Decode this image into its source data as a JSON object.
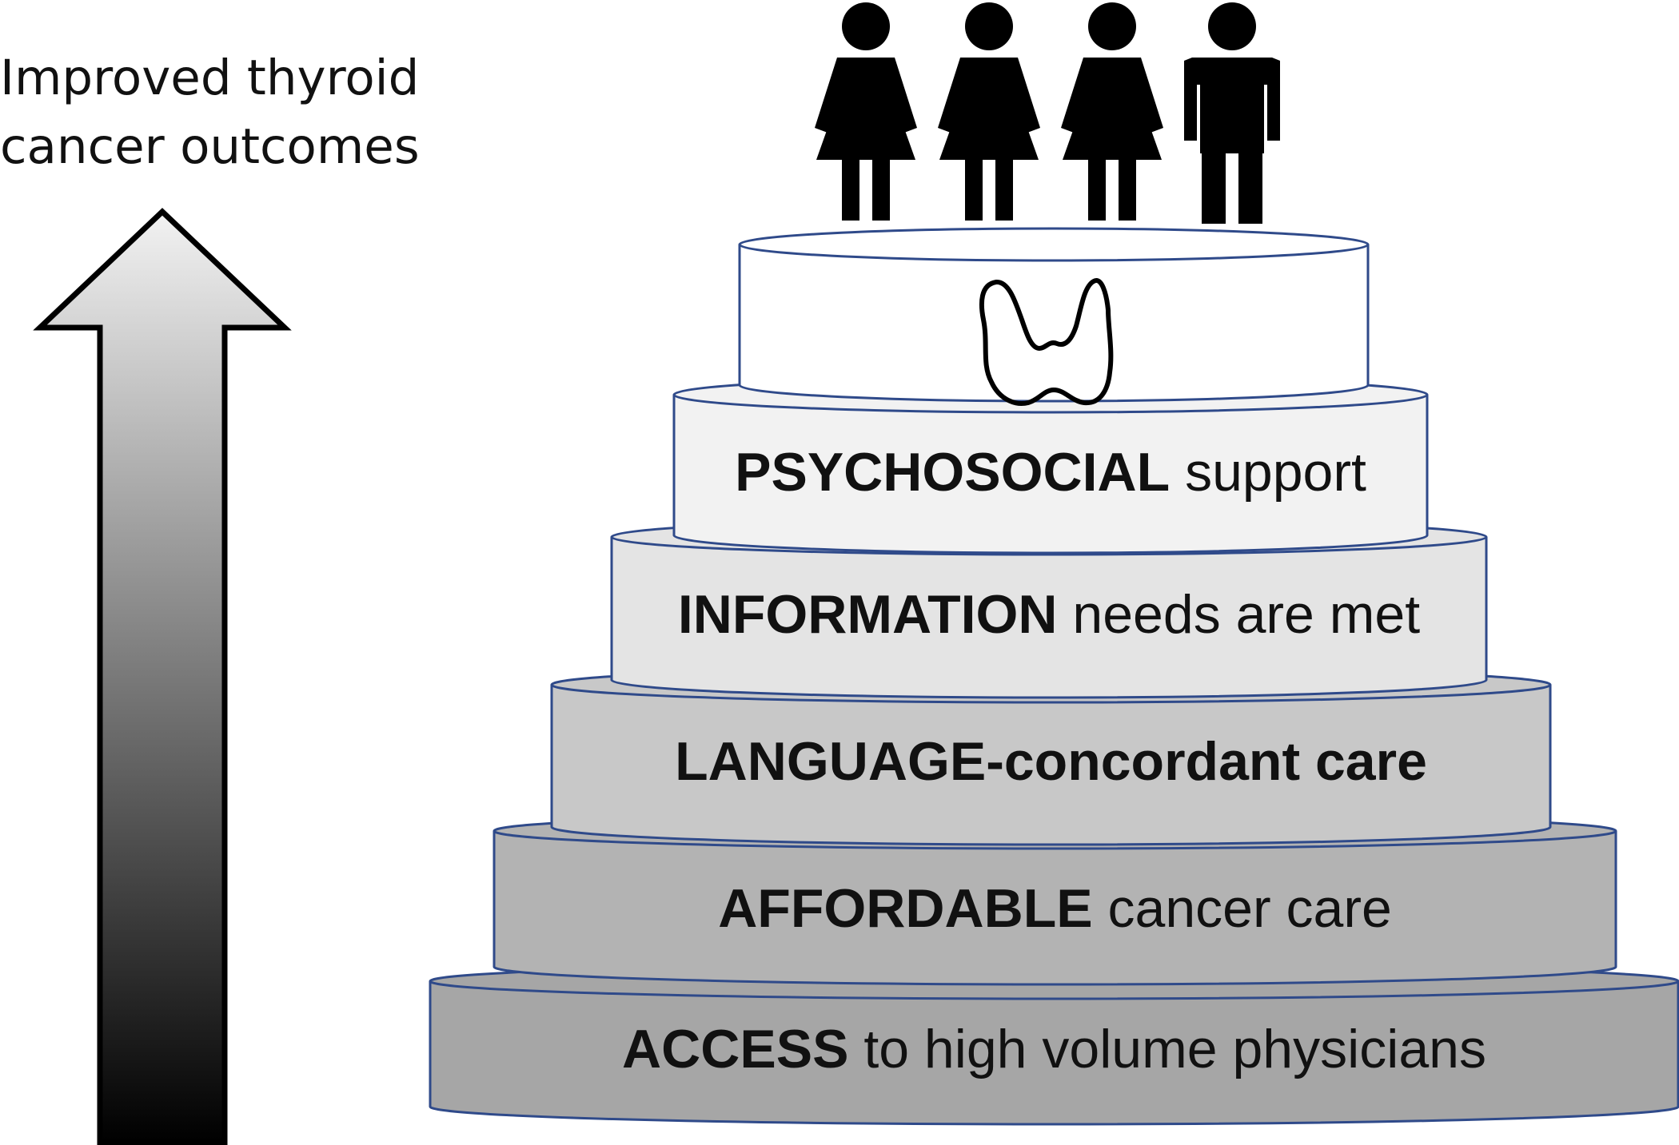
{
  "arrow": {
    "caption_line1": "Improved thyroid",
    "caption_line2": "cancer outcomes",
    "gradient_top": "#f2f2f2",
    "gradient_bottom": "#000000"
  },
  "tiers": [
    {
      "id": "access",
      "bold": "ACCESS",
      "rest": " to high volume physicians",
      "fill": "#a6a6a6"
    },
    {
      "id": "affordable",
      "bold": "AFFORDABLE",
      "rest": " cancer care",
      "fill": "#b3b3b3"
    },
    {
      "id": "language",
      "bold": "LANGUAGE-concordant care",
      "rest": "",
      "fill": "#c8c8c8"
    },
    {
      "id": "information",
      "bold": "INFORMATION",
      "rest": " needs are met",
      "fill": "#e4e4e4"
    },
    {
      "id": "psychosocial",
      "bold": "PSYCHOSOCIAL",
      "rest": " support",
      "fill": "#f2f2f2"
    }
  ],
  "top_tier": {
    "icon": "thyroid-gland-icon",
    "fill": "#ffffff"
  },
  "people": [
    {
      "icon": "woman-icon"
    },
    {
      "icon": "woman-icon"
    },
    {
      "icon": "woman-icon"
    },
    {
      "icon": "man-icon"
    }
  ],
  "colors": {
    "outline": "#2f4a8a",
    "text": "#111111"
  }
}
